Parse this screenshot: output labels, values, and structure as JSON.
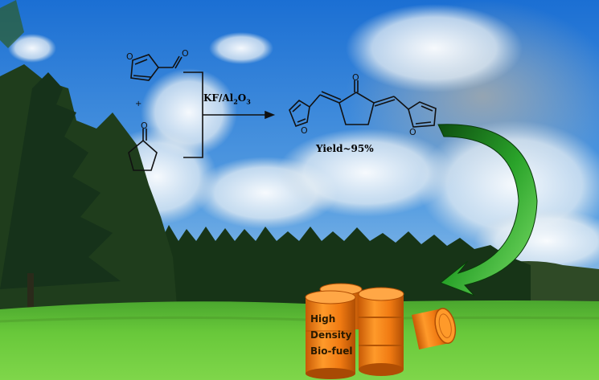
{
  "reaction": {
    "reagent_main": "KF/Al",
    "reagent_sub2": "2",
    "reagent_o": "O",
    "reagent_sub3": "3",
    "plus_sign": "+",
    "yield_text": "Yield~95%",
    "atoms": {
      "oxygen": "O"
    }
  },
  "product_label": {
    "line1": "High",
    "line2": "Density",
    "line3": "Bio-fuel"
  },
  "colors": {
    "sky_top": "#1f74d6",
    "sky_bottom": "#a9cdea",
    "grass": "#5fc23a",
    "forest": "#1c3a1a",
    "arrow_green": "#1f8a1f",
    "barrel_orange": "#f07a12"
  }
}
